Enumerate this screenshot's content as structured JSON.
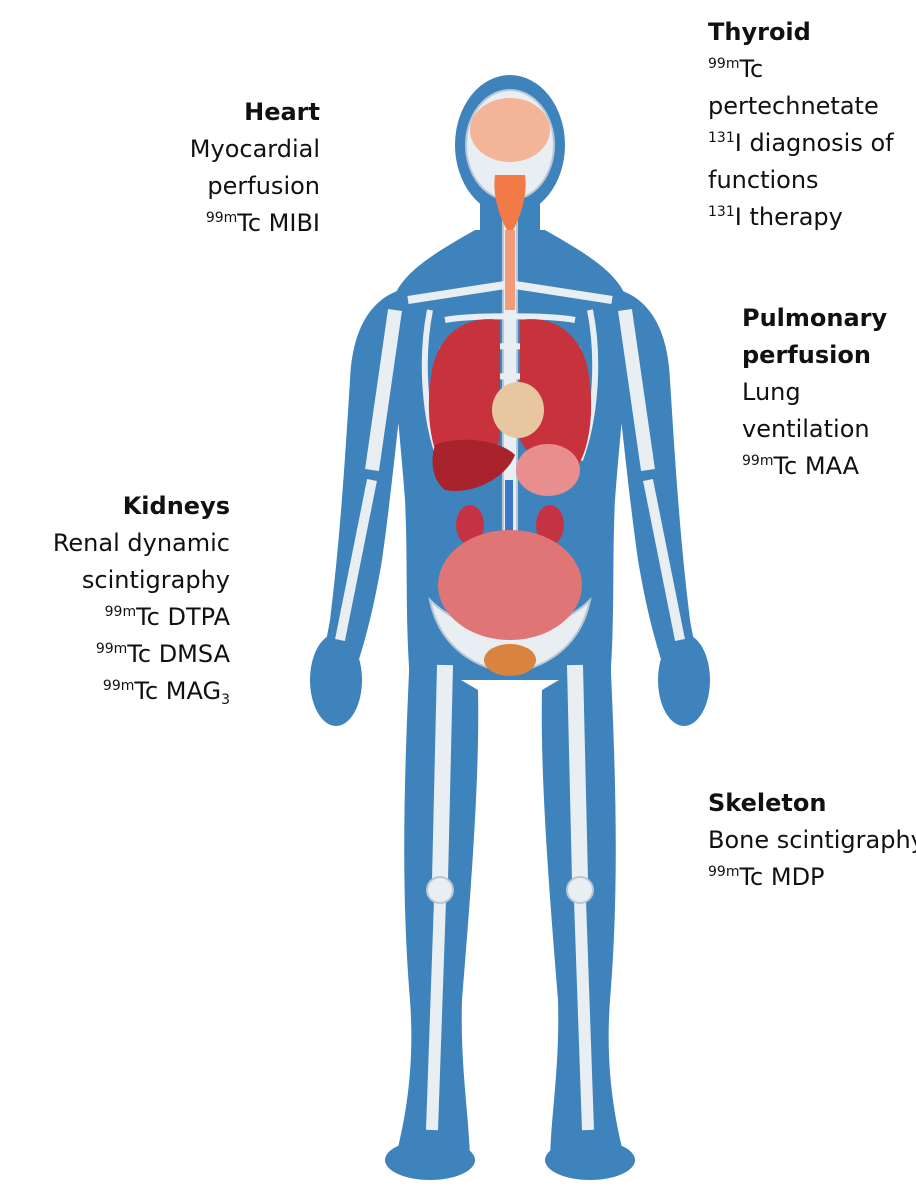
{
  "colors": {
    "body_fill": "#3f83bd",
    "body_shade": "#2d6ba3",
    "bone": "#e9eef3",
    "bone_edge": "#b8c7d6",
    "lung": "#c8323c",
    "liver": "#a8232b",
    "stomach": "#e98e8e",
    "intestine": "#e07576",
    "kidney": "#c43344",
    "heart": "#e8c7a0",
    "brain": "#f3b497",
    "bladder": "#d9833e",
    "thyroid_throat": "#f27a47",
    "vessel_blue": "#3a77c8"
  },
  "labels": {
    "heart": {
      "title": "Heart",
      "lines": [
        {
          "text": "Myocardial"
        },
        {
          "text": "perfusion"
        },
        {
          "sup": "99m",
          "text": "Tc MIBI"
        }
      ]
    },
    "thyroid": {
      "title": "Thyroid",
      "lines": [
        {
          "sup": "99m",
          "text": "Tc"
        },
        {
          "text": "pertechnetate"
        },
        {
          "sup": "131",
          "text": "I diagnosis of"
        },
        {
          "text": "functions"
        },
        {
          "sup": "131",
          "text": "I therapy"
        }
      ]
    },
    "pulmonary": {
      "title_lines": [
        "Pulmonary",
        "perfusion"
      ],
      "lines": [
        {
          "text": "Lung"
        },
        {
          "text": "ventilation"
        },
        {
          "sup": "99m",
          "text": "Tc MAA"
        }
      ]
    },
    "kidneys": {
      "title": "Kidneys",
      "lines": [
        {
          "text": "Renal dynamic"
        },
        {
          "text": "scintigraphy"
        },
        {
          "sup": "99m",
          "text": "Tc DTPA"
        },
        {
          "sup": "99m",
          "text": "Tc DMSA"
        },
        {
          "sup": "99m",
          "text": "Tc MAG",
          "sub": "3"
        }
      ]
    },
    "skeleton": {
      "title": "Skeleton",
      "lines": [
        {
          "text": "Bone scintigraphy"
        },
        {
          "sup": "99m",
          "text": "Tc MDP"
        }
      ]
    }
  }
}
